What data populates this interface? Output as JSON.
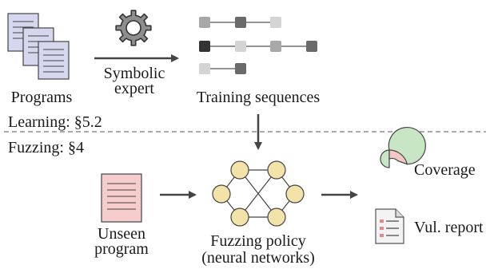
{
  "labels": {
    "programs": "Programs",
    "symbolic_expert_line1": "Symbolic",
    "symbolic_expert_line2": "expert",
    "training_sequences": "Training sequences",
    "learning_section": "Learning: §5.2",
    "fuzzing_section": "Fuzzing: §4",
    "unseen_program_line1": "Unseen",
    "unseen_program_line2": "program",
    "fuzzing_policy_line1": "Fuzzing policy",
    "fuzzing_policy_line2": "(neural networks)",
    "coverage": "Coverage",
    "vul_report": "Vul. report"
  },
  "icons": {
    "programs": "document-stack-icon",
    "symbolic_expert": "gear-icon",
    "training_sequences": "sequence-nodes-icon",
    "unseen_program": "document-icon",
    "fuzzing_policy": "neural-network-icon",
    "coverage": "donut-chart-icon",
    "vul_report": "report-icon"
  },
  "colors": {
    "doc_purple": "#d6d6ef",
    "doc_pink": "#f7cccc",
    "node_yellow": "#f3e3a8",
    "donut_green": "#c8e6c4",
    "donut_pink": "#f4c7c7",
    "seq_dark": "#333333",
    "seq_mid": "#6a6a6a",
    "seq_light": "#a8a8a8",
    "seq_pale": "#d4d4d4"
  }
}
